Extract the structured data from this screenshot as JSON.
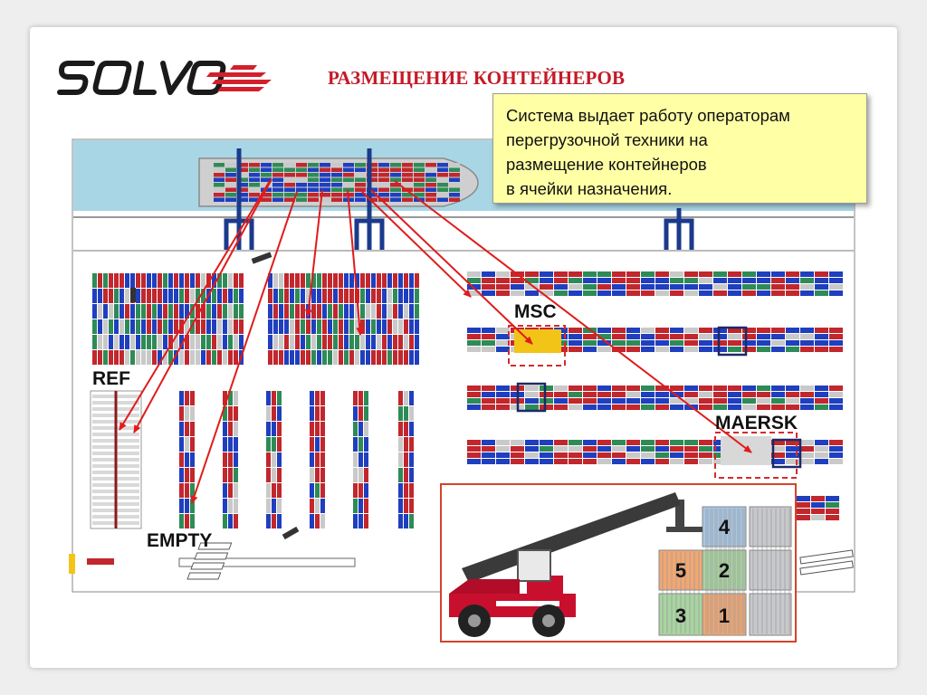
{
  "slide": {
    "title": "РАЗМЕЩЕНИЕ КОНТЕЙНЕРОВ",
    "callout_lines": [
      "Система выдает работу операторам",
      "перегрузочной техники на",
      "размещение контейнеров",
      "в ячейки назначения."
    ]
  },
  "logo": {
    "text": "SOLVO",
    "color": "#d31f2b"
  },
  "labels": {
    "ref": "REF",
    "empty": "EMPTY",
    "msc": "MSC",
    "maersk": "MAERSK"
  },
  "stack_numbers": [
    "4",
    "5",
    "2",
    "3",
    "1"
  ],
  "palette": {
    "red": "#c1272d",
    "blue": "#1f3fbf",
    "green": "#2e8b57",
    "grey": "#c9c9c9",
    "arrow": "#e01b1b",
    "water": "#a9d6e5",
    "highlight_yellow": "#f2c417",
    "orange_container": "#f1a773",
    "green_container": "#a9d4a1",
    "blue_container": "#a8c6e4",
    "grey_container": "#c7c9cc",
    "reach_stacker": "#c8102e"
  },
  "icons": [
    "gantry-crane-icon",
    "reach-stacker-icon",
    "ship-icon",
    "container-icon",
    "arrow-icon"
  ]
}
